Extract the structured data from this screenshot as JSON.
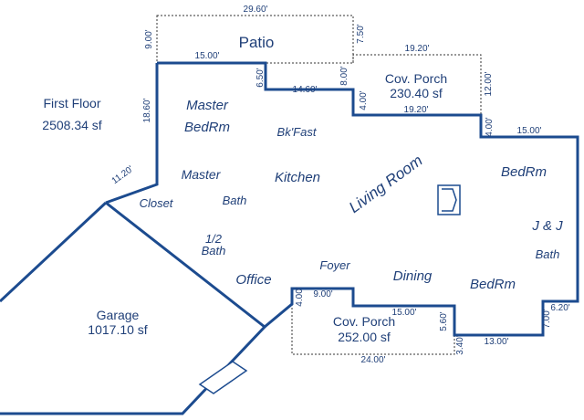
{
  "floor": {
    "label": "First Floor",
    "area": "2508.34 sf"
  },
  "areas": {
    "patio": "Patio",
    "porch_top": {
      "label": "Cov. Porch",
      "area": "230.40 sf"
    },
    "porch_bottom": {
      "label": "Cov. Porch",
      "area": "252.00 sf"
    },
    "garage": {
      "label": "Garage",
      "area": "1017.10 sf"
    }
  },
  "rooms": {
    "master_1": "Master",
    "master_2": "BedRm",
    "bkfast": "Bk'Fast",
    "master_bath_1": "Master",
    "master_bath_2": "Bath",
    "kitchen": "Kitchen",
    "living": "Living Room",
    "bedrm_right": "BedRm",
    "jj": "J & J",
    "jj_bath": "Bath",
    "closet": "Closet",
    "half_bath_1": "1/2",
    "half_bath_2": "Bath",
    "office": "Office",
    "foyer": "Foyer",
    "dining": "Dining",
    "bedrm_bottom": "BedRm"
  },
  "dims": {
    "d2960": "29.60'",
    "d900": "9.00'",
    "d750": "7.50'",
    "d1500a": "15.00'",
    "d650": "6.50'",
    "d1460": "14.60'",
    "d800": "8.00'",
    "d1920a": "19.20'",
    "d1200": "12.00'",
    "d1920b": "19.20'",
    "d400a": "4.00'",
    "d1860": "18.60'",
    "d400b": "4.00'",
    "d1500b": "15.00'",
    "d1120": "11.20'",
    "d620": "6.20'",
    "d700": "7.00'",
    "d400c": "4.00'",
    "d900b": "9.00'",
    "d1500c": "15.00'",
    "d560": "5.60'",
    "d340": "3.40'",
    "d1300": "13.00'",
    "d2400": "24.00'"
  }
}
